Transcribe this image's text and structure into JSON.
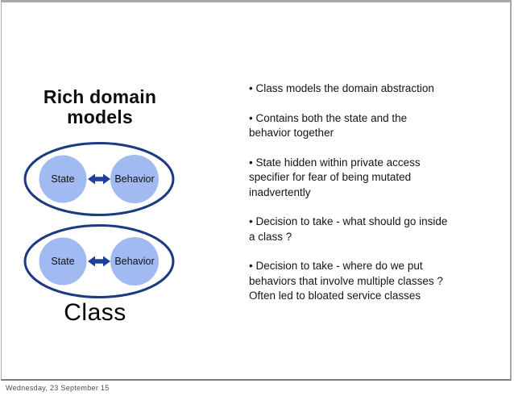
{
  "slide": {
    "title_lines": [
      "Rich domain",
      "models"
    ],
    "diagram": {
      "state_label": "State",
      "behavior_label": "Behavior",
      "class_label": "Class",
      "colors": {
        "circle_fill": "#a2baf2",
        "outline": "#1b3a82",
        "arrow": "#1d409a"
      }
    },
    "bullets": [
      {
        "lines": [
          "• Class models the domain abstraction"
        ]
      },
      {
        "lines": [
          "• Contains both the state and the",
          "behavior together"
        ]
      },
      {
        "lines": [
          "• State hidden within private access",
          "specifier for fear of being mutated",
          "inadvertently"
        ]
      },
      {
        "lines": [
          "• Decision to take - what should go inside",
          "a class ?"
        ]
      },
      {
        "lines": [
          "• Decision to take - where do we put",
          "behaviors that involve multiple classes ?",
          "Often led to bloated service classes"
        ]
      }
    ]
  },
  "footer": {
    "date": "Wednesday, 23 September 15"
  }
}
